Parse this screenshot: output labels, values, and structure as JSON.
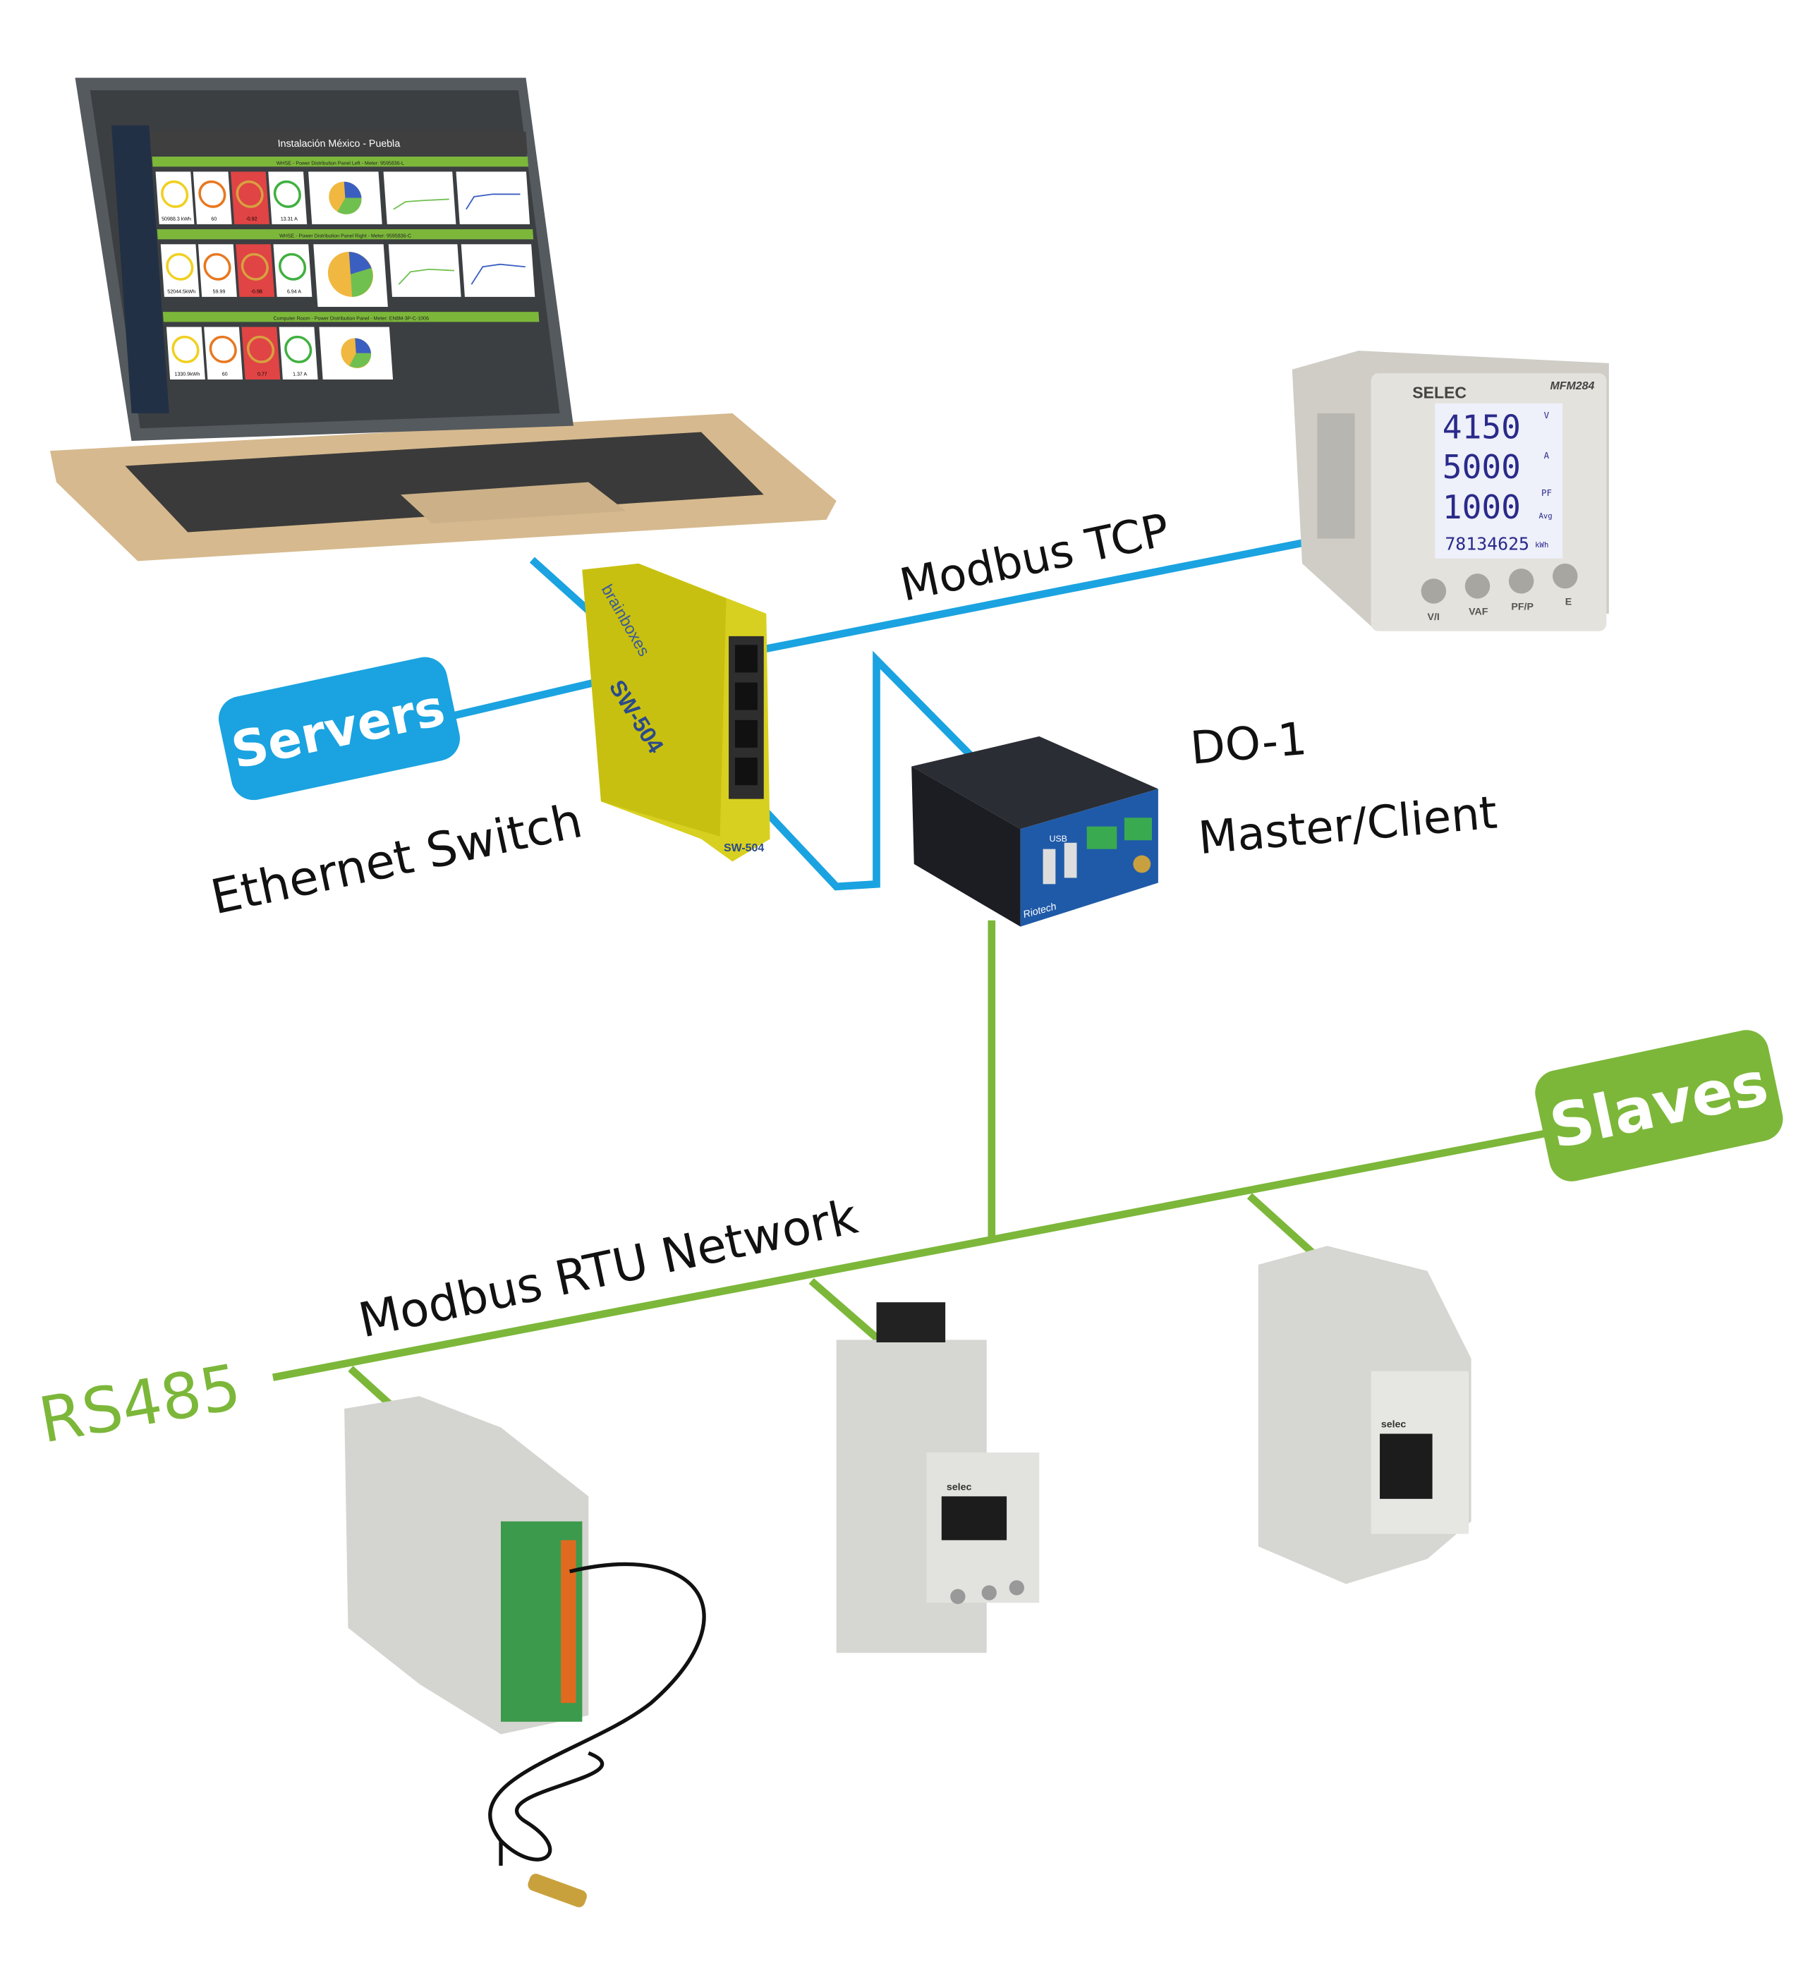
{
  "colors": {
    "ethernet": "#1aa3e0",
    "rs485": "#7cb73a",
    "label_text": "#111111"
  },
  "labels": {
    "modbus_tcp": "Modbus TCP",
    "servers": "Servers",
    "ethernet_switch": "Ethernet Switch",
    "do1_line1": "DO-1",
    "do1_line2": "Master/Client",
    "slaves": "Slaves",
    "modbus_rtu": "Modbus RTU Network",
    "rs485": "RS485"
  },
  "laptop": {
    "dashboard_title": "Instalación México - Puebla",
    "sections": [
      {
        "header": "WHSE - Power Distribution Panel Left - Meter: 9595836-L",
        "gauges": [
          "50988.3 kWh",
          "60",
          "-0.92",
          "13.31 A"
        ]
      },
      {
        "header": "WHSE - Power Distribution Panel Right - Meter: 9595836-C",
        "gauges": [
          "52044.5kWh",
          "59.99",
          "-0.98",
          "6.94 A"
        ]
      },
      {
        "header": "Computer Room - Power Distribution Panel - Meter: EN8M-3P-C-1006",
        "gauges": [
          "1330.9kWh",
          "60",
          "0.77",
          "1.37 A"
        ]
      }
    ]
  },
  "switch": {
    "brand": "brainboxes",
    "model": "SW-504"
  },
  "do1_device": {
    "port_label": "USB",
    "brand": "Riotech"
  },
  "meter": {
    "brand": "SELEC",
    "model": "MFM284",
    "display": [
      "4150",
      "5000",
      "1000"
    ],
    "units": [
      "V",
      "A",
      "PF",
      "Avg"
    ],
    "energy": "78134625",
    "energy_unit": "kWh",
    "buttons": [
      "V/I",
      "VAF",
      "PF/P",
      "E"
    ]
  },
  "slave_devices": [
    {
      "name": "temperature-module"
    },
    {
      "name": "selec-mbr-meter",
      "brand": "selec"
    },
    {
      "name": "selec-em-meter",
      "brand": "selec"
    }
  ]
}
